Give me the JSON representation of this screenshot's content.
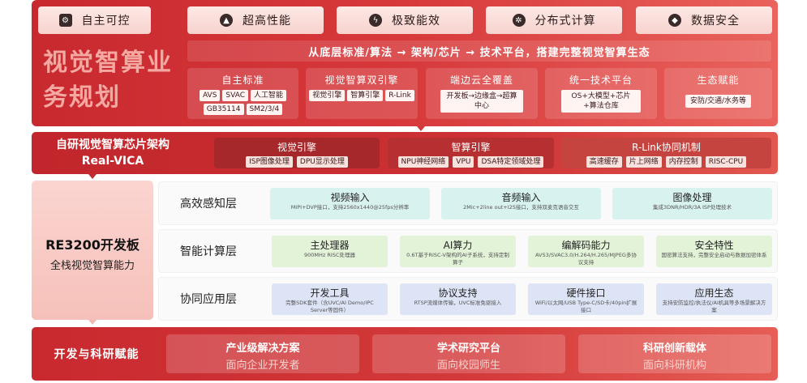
{
  "top_pills": [
    {
      "label": "自主可控",
      "icon": "chip-icon"
    },
    {
      "label": "超高性能",
      "icon": "rocket-icon"
    },
    {
      "label": "极致能效",
      "icon": "lightning-icon"
    },
    {
      "label": "分布式计算",
      "icon": "network-icon"
    },
    {
      "label": "数据安全",
      "icon": "shield-icon"
    }
  ],
  "big_title": "视觉智算业务规划",
  "tagline": "从底层标准/算法 → 架构/芯片 → 技术平台，搭建完整视觉智算生态",
  "columns": [
    {
      "title": "自主标准",
      "chips": [
        "AVS",
        "SVAC",
        "人工智能",
        "GB35114",
        "SM2/3/4"
      ]
    },
    {
      "title": "视觉智算双引擎",
      "chips": [
        "视觉引擎",
        "智算引擎",
        "R-Link"
      ]
    },
    {
      "title": "端边云全覆盖",
      "chips": [
        "开发板→边缘盒→超算中心"
      ]
    },
    {
      "title": "统一技术平台",
      "chips": [
        "OS+大模型+芯片+算法仓库"
      ]
    },
    {
      "title": "生态赋能",
      "chips": [
        "安防/交通/水务等"
      ]
    }
  ],
  "arch": {
    "title_line1": "自研视觉智算芯片架构",
    "title_line2": "Real-VICA",
    "engines": [
      {
        "title": "视觉引擎",
        "chips": [
          "ISP图像处理",
          "DPU显示处理"
        ]
      },
      {
        "title": "智算引擎",
        "chips": [
          "NPU神经网络",
          "VPU",
          "DSA特定领域处理"
        ]
      },
      {
        "title": "R-Link协同机制",
        "chips": [
          "高速缓存",
          "片上网络",
          "内存控制",
          "RISC-CPU"
        ]
      }
    ]
  },
  "board": {
    "title": "RE3200开发板",
    "subtitle": "全栈视觉智算能力"
  },
  "layers": [
    {
      "title": "高效感知层",
      "cards": [
        {
          "title": "视频输入",
          "desc": "MIPI+DVP接口，支持2560x1440@25fps分辨率"
        },
        {
          "title": "音频输入",
          "desc": "2Mic+2line out+I2S接口，支持双麦克语音交互"
        },
        {
          "title": "图像处理",
          "desc": "集成3DNR/HDR/3A ISP处理技术"
        }
      ]
    },
    {
      "title": "智能计算层",
      "cards": [
        {
          "title": "主处理器",
          "desc": "900MHz RISC处理器"
        },
        {
          "title": "AI算力",
          "desc": "0.6T基于RISC-V架构的AI子系统，支持定制算子"
        },
        {
          "title": "编解码能力",
          "desc": "AVS3/SVAC3.0/H.264/H.265/MJPEG多协议支持"
        },
        {
          "title": "安全特性",
          "desc": "国密算法支持，完整安全启动与数据加密体系"
        }
      ]
    },
    {
      "title": "协同应用层",
      "cards": [
        {
          "title": "开发工具",
          "desc": "完整SDK套件（含UVC/AI Demo/IPC Server等固件）"
        },
        {
          "title": "协议支持",
          "desc": "RTSP流媒体传输，UVC标准免驱接入"
        },
        {
          "title": "硬件接口",
          "desc": "WiFi/以太网/USB Type-C/SD卡/40pin扩展接口"
        },
        {
          "title": "应用生态",
          "desc": "支持安防监控/执法仪/AI机具等多场景解决方案"
        }
      ]
    }
  ],
  "bottom": {
    "title": "开发与科研赋能",
    "cards": [
      {
        "title": "产业级解决方案",
        "subtitle": "面向企业开发者"
      },
      {
        "title": "学术研究平台",
        "subtitle": "面向校园师生"
      },
      {
        "title": "科研创新载体",
        "subtitle": "面向科研机构"
      }
    ]
  }
}
